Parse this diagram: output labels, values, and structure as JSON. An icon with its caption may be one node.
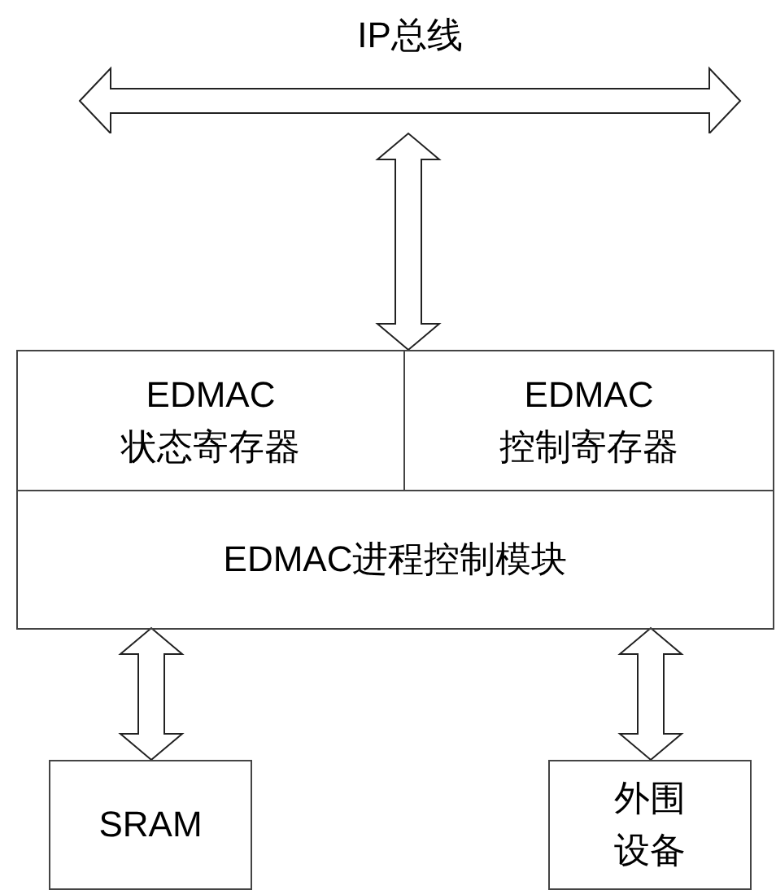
{
  "diagram": {
    "nodes": [
      {
        "text": [
          "IP总线"
        ]
      },
      {
        "text": [],
        "shape": "box"
      },
      {
        "text": [
          "EDMAC 状态寄存器"
        ],
        "in": 1
      },
      {
        "text": [
          "EDMAC 控制寄存器"
        ],
        "in": 1
      },
      {
        "text": [
          "EDMAC进程控制模块"
        ],
        "in": 1
      },
      {
        "text": [
          "SRAM"
        ]
      },
      {
        "text": [
          "外围设备"
        ]
      }
    ],
    "edges": [
      {
        "from": 0,
        "to": 1,
        "arrow": "both"
      },
      {
        "from": 4,
        "to": 5,
        "arrow": "both"
      },
      {
        "from": 4,
        "to": 6,
        "arrow": "both"
      }
    ]
  }
}
